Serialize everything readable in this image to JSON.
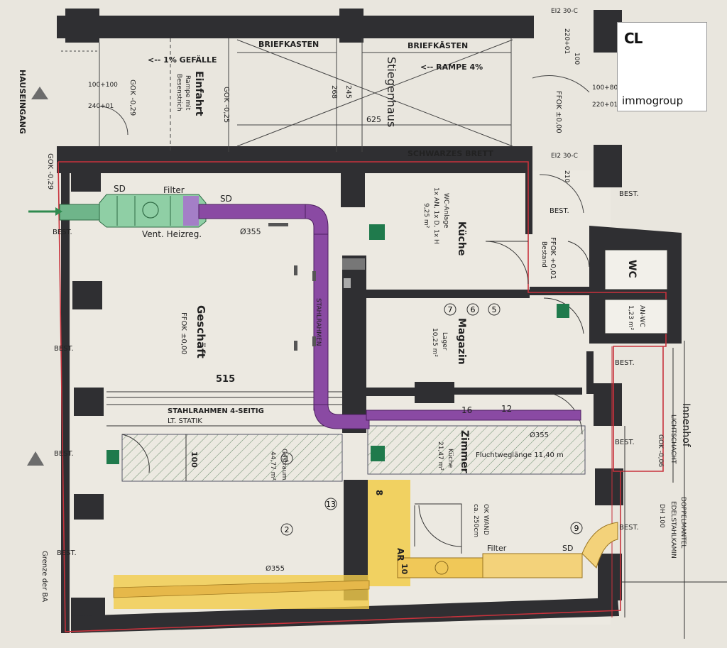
{
  "logo": {
    "mark": "CL",
    "name": "immogroup"
  },
  "labels": {
    "briefkasten_1": "BRIEFKASTEN",
    "briefkasten_2": "BRIEFKÄSTEN",
    "rampe": "<-- RAMPE 4%",
    "gefaelle": "<-- 1% GEFÄLLE",
    "stiegenhaus": "Stiegenhaus",
    "schwarzes_brett": "SCHWARZES BRETT",
    "einfahrt": "Einfahrt",
    "einfahrt_sub1": "Rampe mit",
    "einfahrt_sub2": "Besenstrich",
    "hauseingang": "HAUSEINGANG",
    "dim_625": "625",
    "dim_268": "268",
    "dim_245": "245",
    "gok_1": "GOK -0,29",
    "gok_2": "GOK -0,25",
    "gok_3": "GOK -0,29",
    "sd": "SD",
    "filter": "Filter",
    "vent": "Vent. Heizreg.",
    "dia_355": "Ø355",
    "geschaeft": "Geschäft",
    "fefok_gesch": "FFOK ±0,00",
    "dim_515": "515",
    "stahlrahmen": "STAHLRAHMEN 4-SEITIG",
    "statik": "LT. STATIK",
    "stahlrahmen_v": "STAHLRAHMEN",
    "kueche": "Küche",
    "wc_anlage": "WC-Anlage",
    "wc_detail": "1x AN, 1x D, 1x H",
    "kueche_area": "9,25 m²",
    "magazin": "Magazin",
    "lager": "Lager",
    "lager_area": "10,25 m²",
    "zimmer": "Zimmer",
    "kueche2": "Küche",
    "kueche2_area": "21,47 m²",
    "gastraum": "Gastraum",
    "gastraum_area": "44,77 m²",
    "fluchtweg": "Fluchtweglänge 11,40 m",
    "dim_100": "100",
    "num_16": "16",
    "num_12": "12",
    "num_8": "8",
    "num_10": "10",
    "ar": "AR",
    "ok_wand": "OK WAND",
    "ok_height": "ca. 250cm",
    "filter2": "Filter",
    "sd2": "SD",
    "wc": "WC",
    "an_wc": "AN-WC",
    "an_wc_area": "1,23 m²",
    "best": "BEST.",
    "innenhof": "Innenhof",
    "lichtschacht": "LICHTSCHACHT",
    "doppelmantel": "DOPPELMANTEL",
    "edelstahl": "EDELSTAHLKAMIN",
    "dh": "DH 100",
    "gok_hof": "GOK -0,06",
    "grenze": "Grenze der BA",
    "fefok_1": "FFOK ±0,00",
    "fefok_2": "FFOK +0,01",
    "bestand": "Bestand",
    "ei_1": "EI2 30-C",
    "ei_2": "EI2 30-C",
    "door_220": "220+01",
    "door_100": "100",
    "door_100_100": "100+80",
    "door_220_2": "220+01",
    "door_210": "210",
    "window": "100+100",
    "window_sub": "240+01",
    "circled": [
      "1",
      "2",
      "5",
      "6",
      "7",
      "9",
      "13"
    ]
  },
  "colors": {
    "wall": "#2f2f32",
    "ventilation_purple": "#7d3f93",
    "ventilation_green": "#6fb58a",
    "ventilation_yellow": "#f2cc4a",
    "boundary_red": "#c8323c",
    "escape_green": "#1f7a4c"
  }
}
